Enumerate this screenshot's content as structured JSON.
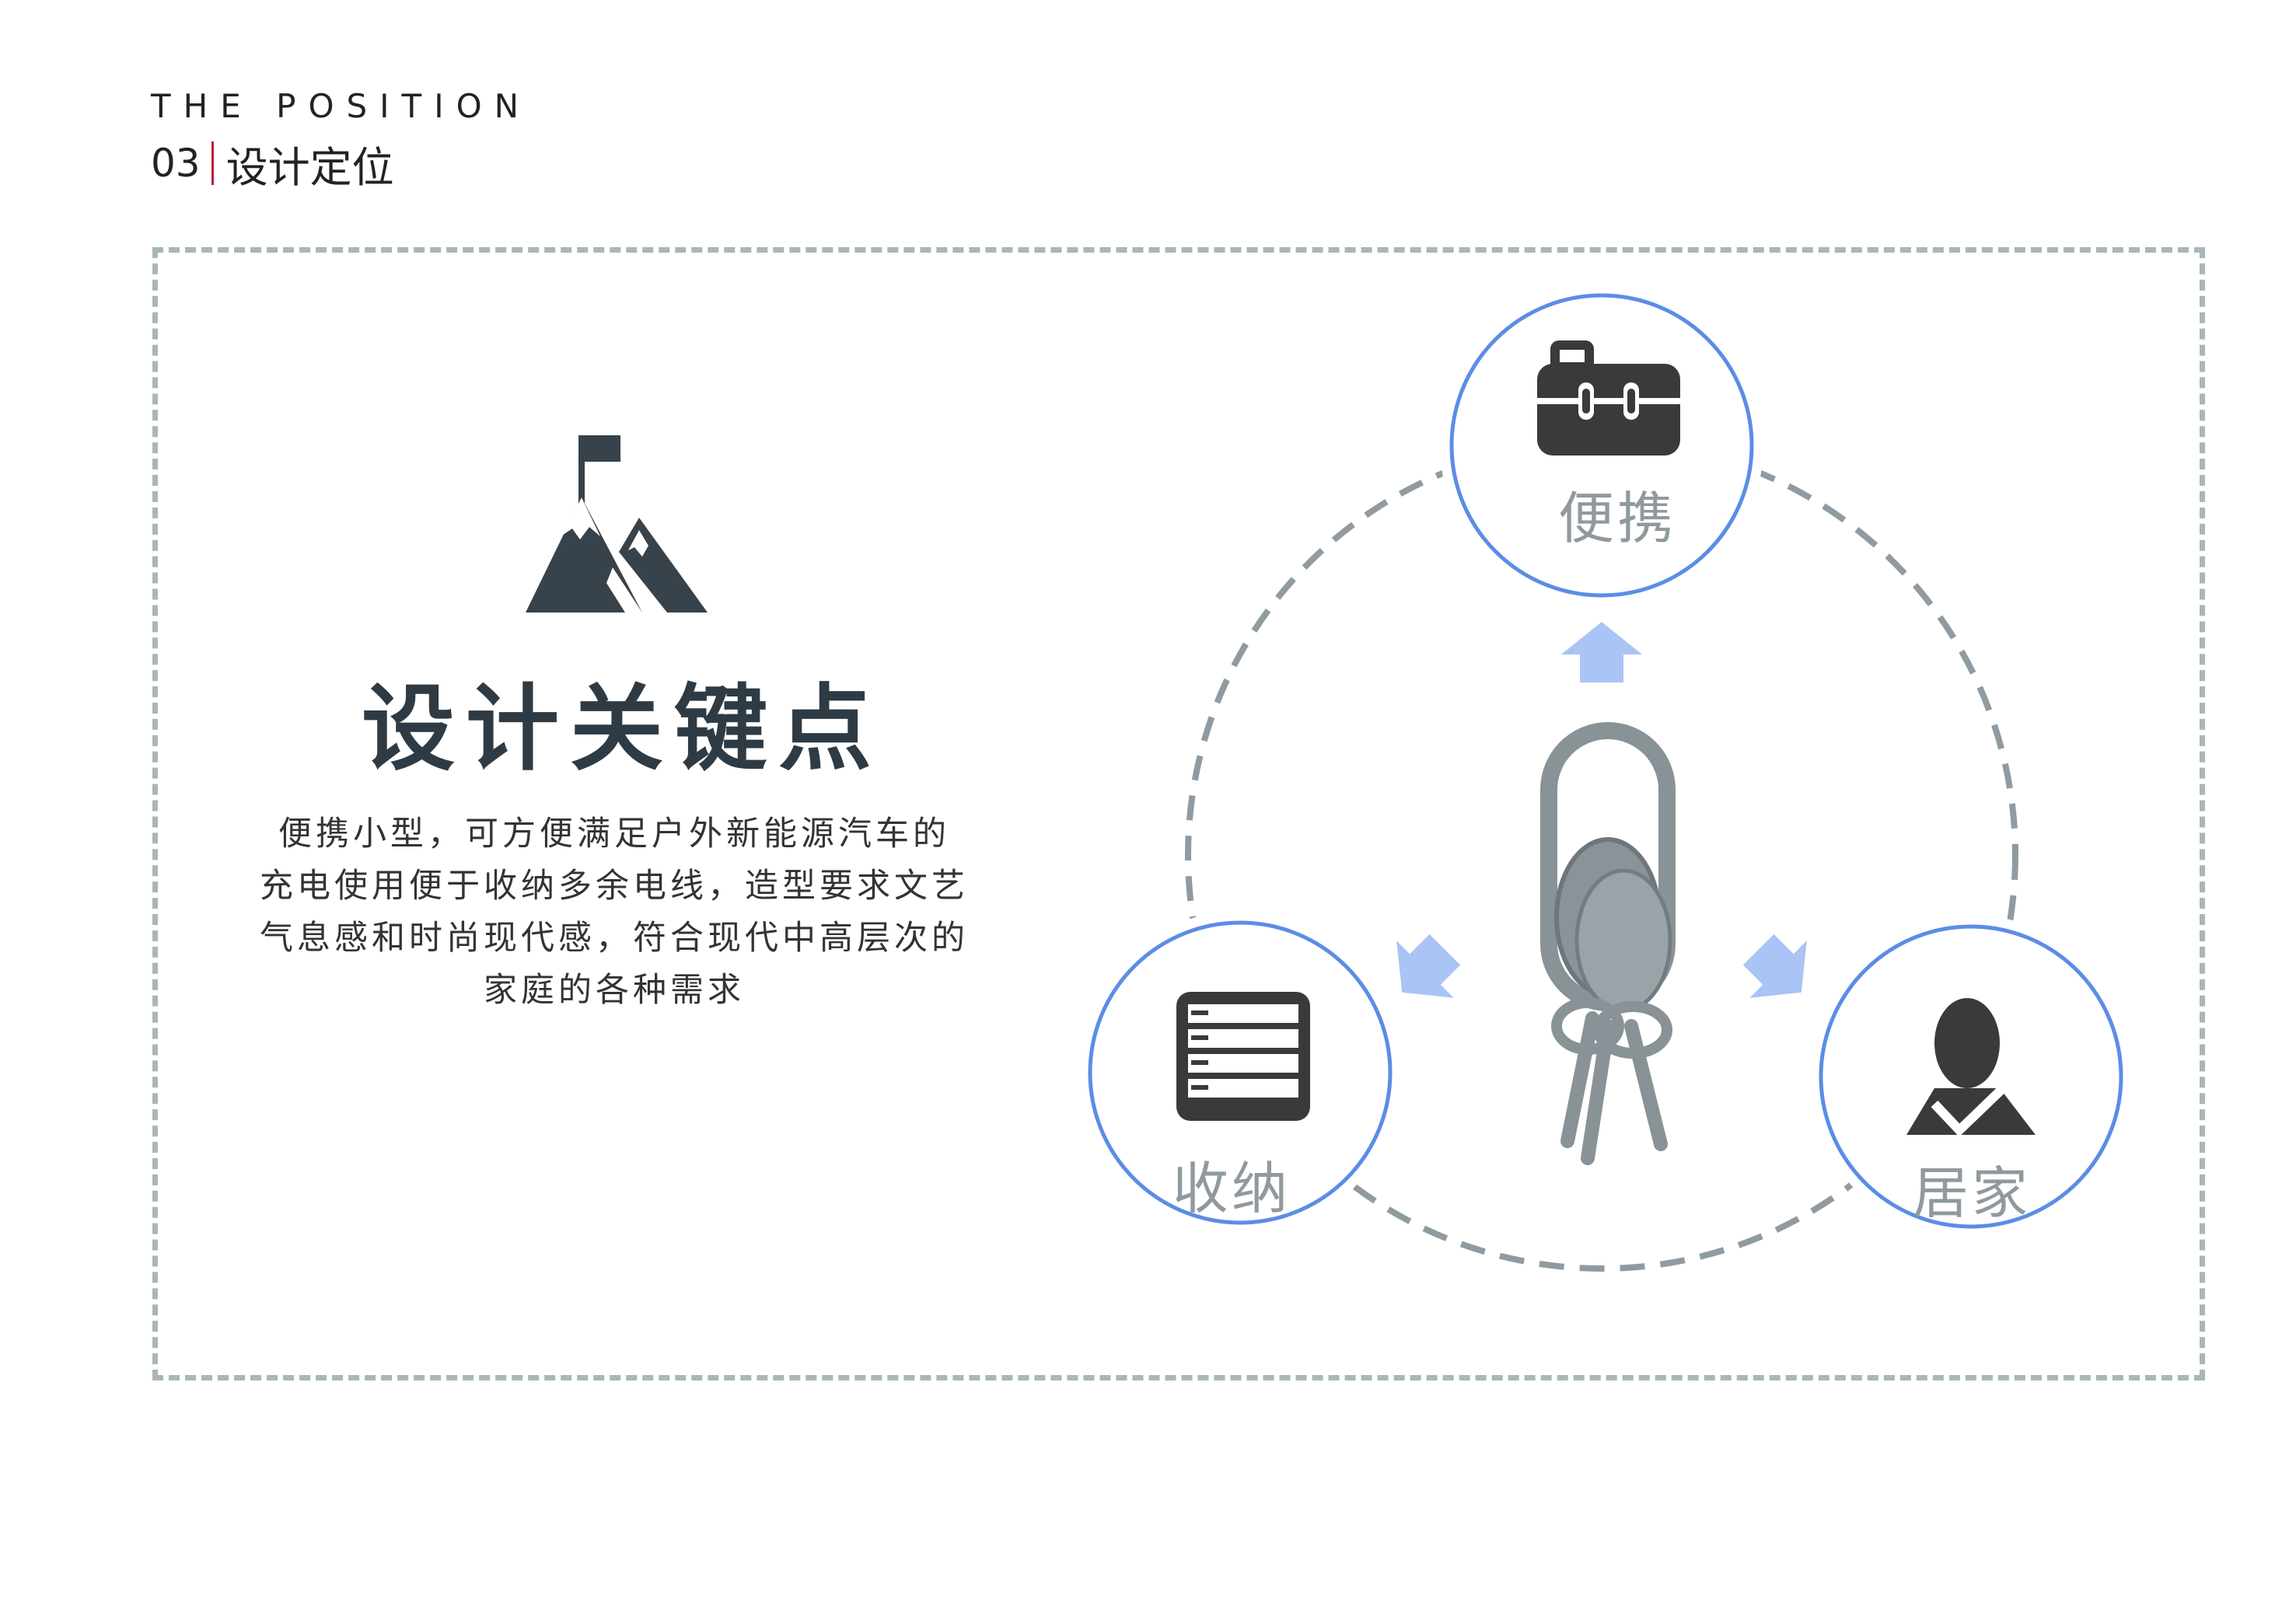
{
  "header": {
    "title_en": "THE POSITION",
    "section_number": "03",
    "section_title": "设计定位"
  },
  "key_points": {
    "title": "设计关键点",
    "description_lines": [
      "便携小型，可方便满足户外新能源汽车的",
      "充电使用便于收纳多余电线，造型要求文艺",
      "气息感和时尚现代感，符合现代中高层次的",
      "家庭的各种需求"
    ]
  },
  "diagram": {
    "nodes": [
      {
        "label": "便携",
        "icon": "toolbox-icon"
      },
      {
        "label": "收纳",
        "icon": "storage-drawer-icon"
      },
      {
        "label": "居家",
        "icon": "person-check-icon"
      }
    ],
    "center_icon": "charger-cable-icon",
    "ring_color": "#8f9ba0",
    "node_border_color": "#5b8de6",
    "arrow_color": "#a9c4f5"
  },
  "icons": {
    "title_icon": "mountain-flag-icon"
  }
}
